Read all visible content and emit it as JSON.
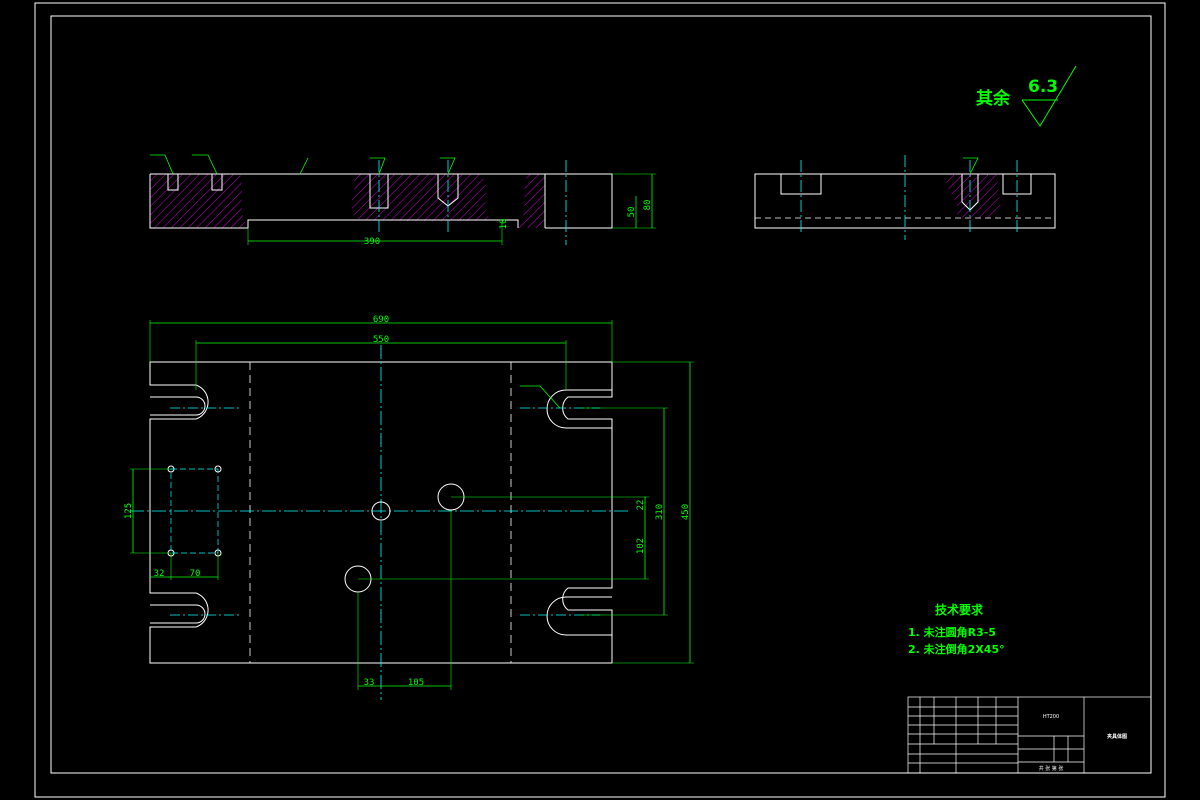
{
  "colors": {
    "background": "#000000",
    "outline": "#ffffff",
    "dimension": "#00ff00",
    "centerline": "#00ffff",
    "hatch": "#ff00ff",
    "leader": "#ffff00"
  },
  "surface_finish": {
    "prefix": "其余",
    "value": "6.3"
  },
  "technical_requirements": {
    "title": "技术要求",
    "items": [
      "1. 未注圆角R3-5",
      "2. 未注倒角2X45°"
    ]
  },
  "dimensions": {
    "section_view": {
      "width": "390",
      "height_outer": "80",
      "height_inner": "50",
      "step": "10"
    },
    "plan_view": {
      "overall_length": "690",
      "slot_spacing": "550",
      "overall_width": "450",
      "hole_span": "310",
      "offset_22": "22",
      "offset_102": "102",
      "pattern_height": "125",
      "pattern_x1": "32",
      "pattern_x2": "70",
      "bottom_33": "33",
      "bottom_105": "105"
    }
  },
  "title_block": {
    "material": "HT200",
    "drawing_name": "夹具体图",
    "signature_row": "共 张 第 张"
  }
}
